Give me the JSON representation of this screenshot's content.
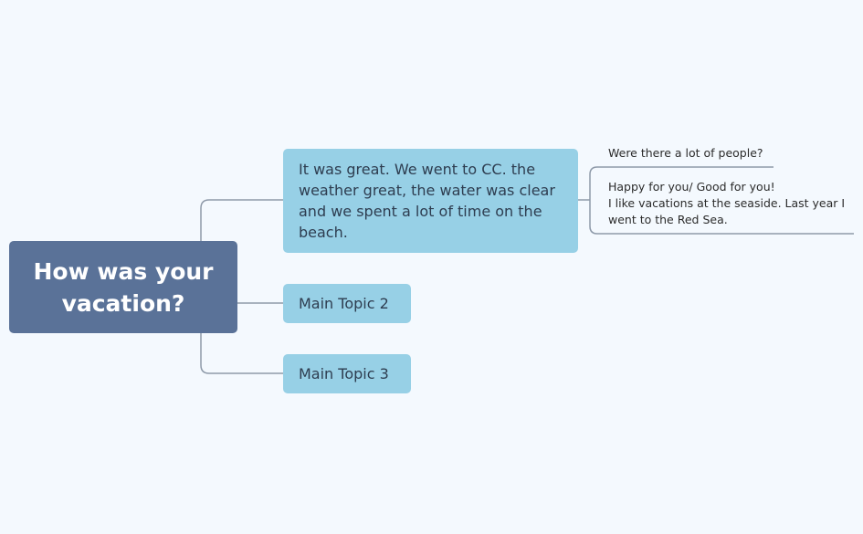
{
  "colors": {
    "background": "#f4f9fe",
    "central_topic": "#5a7298",
    "main_topic": "#97d0e6",
    "connector": "#8e9aa9"
  },
  "central": {
    "label": "How was your vacation?"
  },
  "main_topics": [
    {
      "label": "It was great. We went to CC. the weather great, the water was clear and we spent a lot of time on the beach."
    },
    {
      "label": "Main Topic 2"
    },
    {
      "label": "Main Topic 3"
    }
  ],
  "subtopics": [
    {
      "label": "Were there a lot of people?"
    },
    {
      "lines": [
        "Happy for you/ Good for you!",
        "I like vacations at the seaside. Last year I",
        "went to the Red Sea."
      ]
    }
  ]
}
